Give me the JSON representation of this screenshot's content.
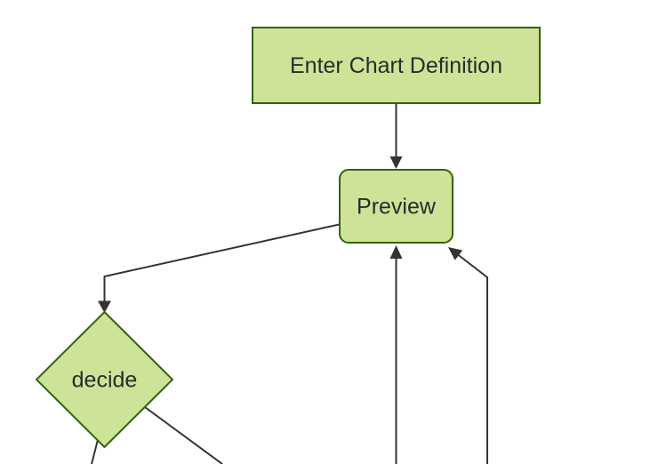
{
  "diagram": {
    "type": "flowchart",
    "orientation": "top-down",
    "style": {
      "background": "#ffffff",
      "node_fill": "#cde498",
      "node_border": "#35620f",
      "edge_color": "#333333",
      "text_color": "#2b2b2b"
    },
    "nodes": [
      {
        "id": "enter-chart-definition",
        "label": "Enter Chart Definition",
        "shape": "rectangle"
      },
      {
        "id": "preview",
        "label": "Preview",
        "shape": "rounded-rectangle"
      },
      {
        "id": "decide",
        "label": "decide",
        "shape": "diamond"
      }
    ],
    "edges": [
      {
        "from": "enter-chart-definition",
        "to": "preview",
        "arrowhead": true
      },
      {
        "from": "preview",
        "to": "decide",
        "arrowhead": true
      },
      {
        "from": "decide",
        "to": "offscreen-bottom-left",
        "arrowhead": false
      },
      {
        "from": "decide",
        "to": "offscreen-bottom-right",
        "arrowhead": false
      },
      {
        "from": "offscreen-bottom-center",
        "to": "preview",
        "arrowhead": true
      },
      {
        "from": "offscreen-bottom-right",
        "to": "preview",
        "arrowhead": true
      }
    ]
  }
}
